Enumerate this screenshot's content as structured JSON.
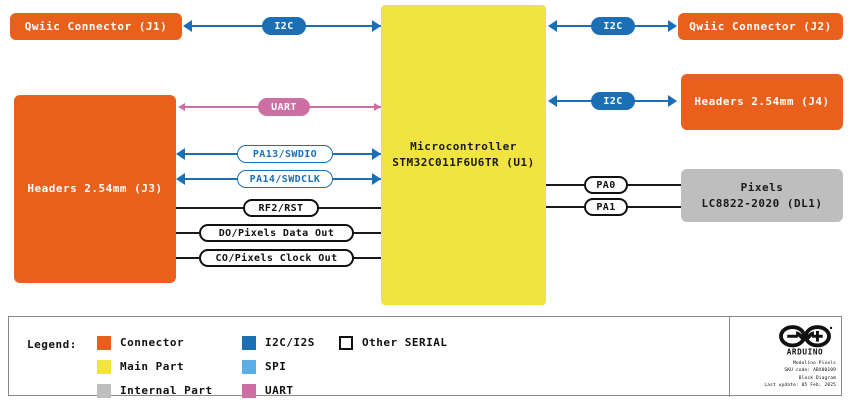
{
  "diagram": {
    "title": "Modulino Pixels Block Diagram",
    "blocks": {
      "j1": {
        "label": "Qwiic Connector (J1)",
        "type": "connector"
      },
      "j3": {
        "label": "Headers 2.54mm (J3)",
        "type": "connector"
      },
      "mcu": {
        "label": "Microcontroller\nSTM32C011F6U6TR (U1)",
        "type": "main-part"
      },
      "j2": {
        "label": "Qwiic Connector (J2)",
        "type": "connector"
      },
      "j4": {
        "label": "Headers 2.54mm (J4)",
        "type": "connector"
      },
      "dl1": {
        "label": "Pixels\nLC8822-2020 (DL1)",
        "type": "internal-part"
      }
    },
    "signals": {
      "i2c_j1": "I2C",
      "i2c_j2": "I2C",
      "i2c_j4": "I2C",
      "uart_j3": "UART",
      "swdio": "PA13/SWDIO",
      "swclk": "PA14/SWDCLK",
      "rst": "RF2/RST",
      "data_out": "DO/Pixels Data Out",
      "clock_out": "CO/Pixels Clock Out",
      "pa0": "PA0",
      "pa1": "PA1"
    }
  },
  "legend": {
    "title": "Legend:",
    "parts": [
      {
        "label": "Connector",
        "color": "#E8601C"
      },
      {
        "label": "Main Part",
        "color": "#F2E440"
      },
      {
        "label": "Internal Part",
        "color": "#BEBEBE"
      }
    ],
    "buses": [
      {
        "label": "I2C/I2S",
        "color": "#1B6FB5"
      },
      {
        "label": "SPI",
        "color": "#5BAEE5"
      },
      {
        "label": "UART",
        "color": "#CE6FA3"
      }
    ],
    "other": [
      {
        "label": "Other SERIAL",
        "color": "#ffffff",
        "outline": true
      }
    ]
  },
  "brand": {
    "name": "ARDUINO",
    "product": "Modulino Pixels",
    "sku": "SKU code: ABX00109",
    "doc_type": "Block Diagram",
    "last_update": "Last update: 05 Feb, 2025"
  }
}
